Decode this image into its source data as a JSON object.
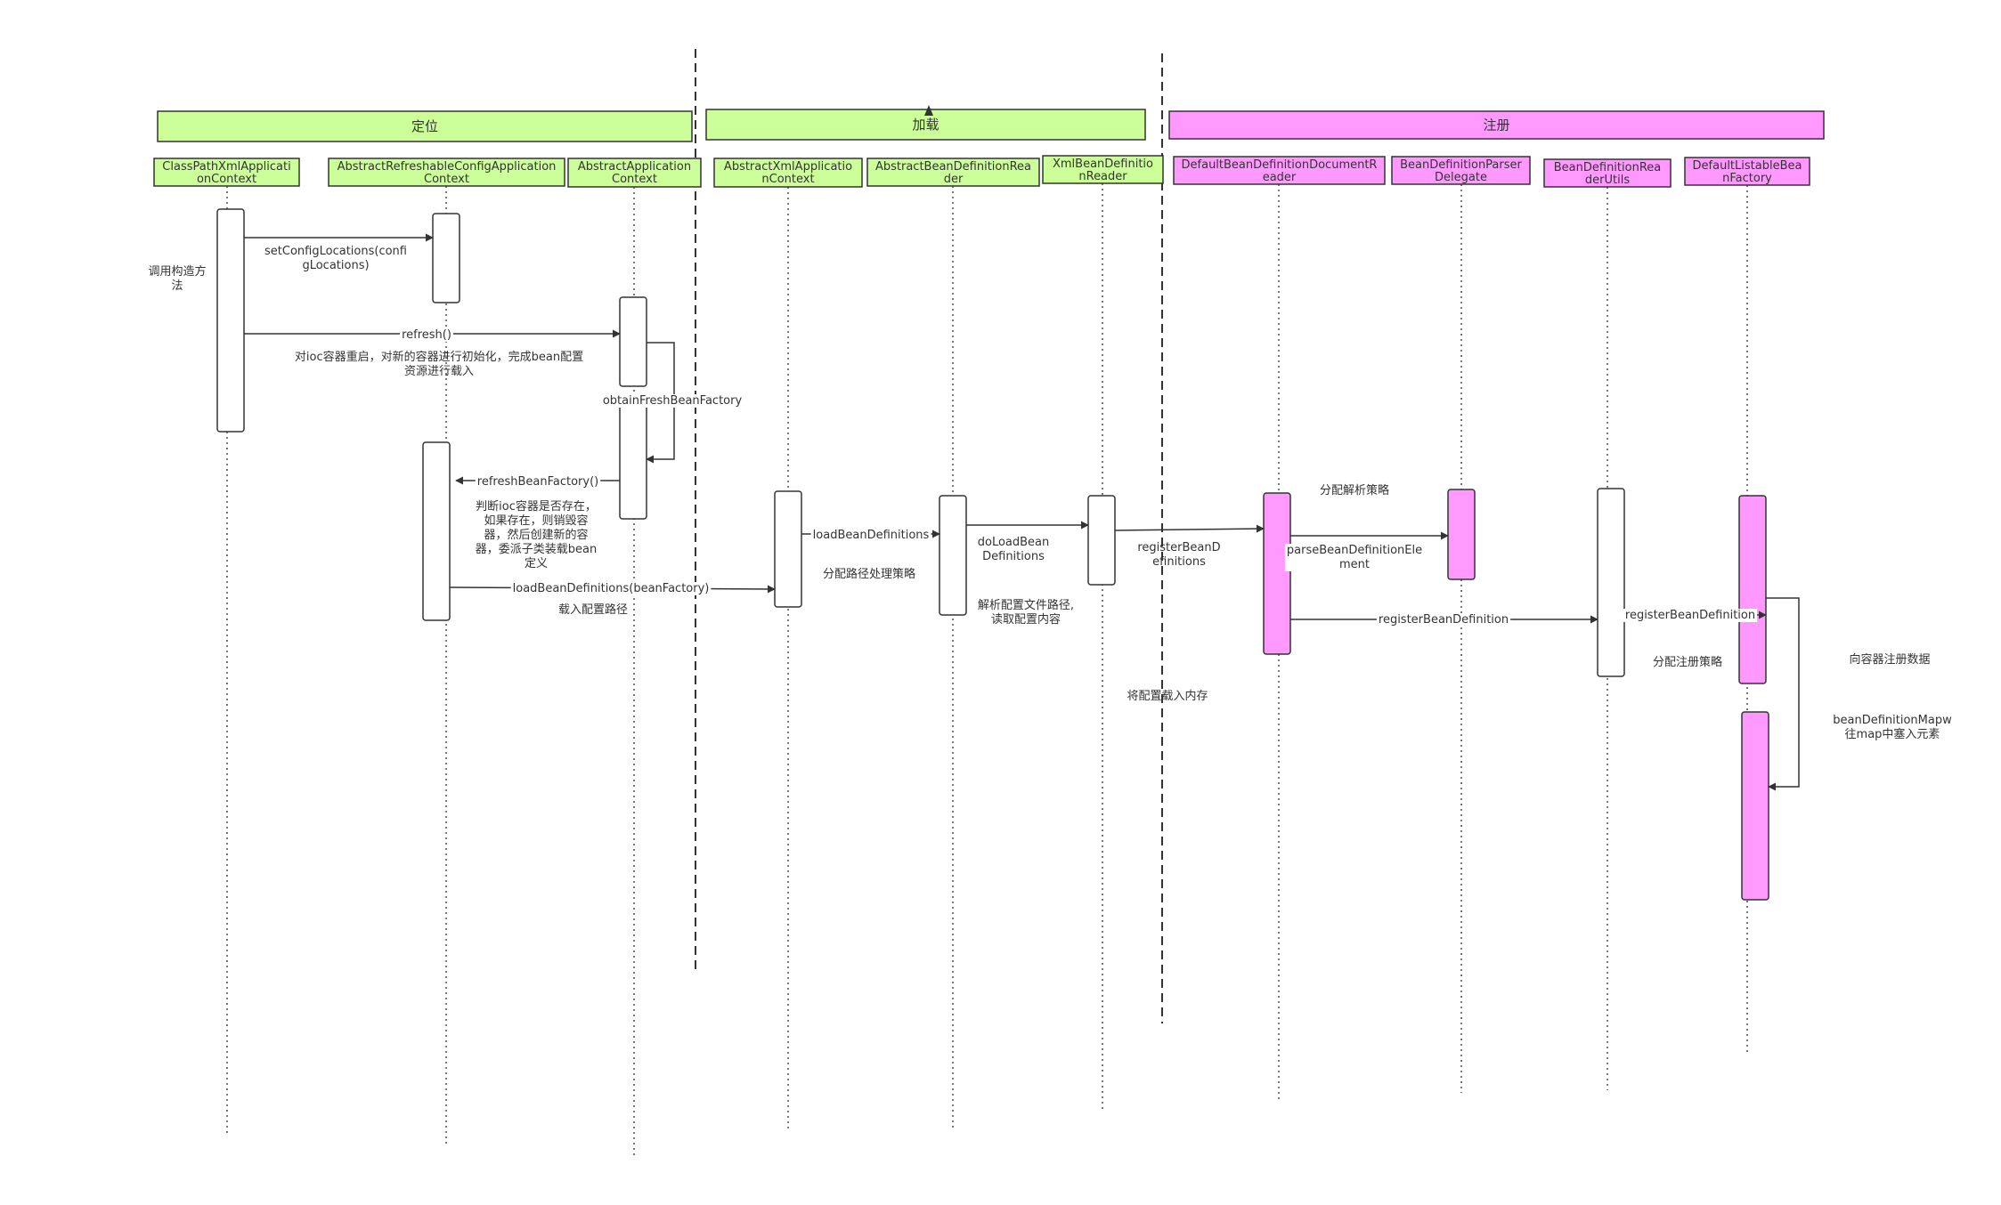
{
  "colors": {
    "phase_green": "#ccff99",
    "phase_pink": "#ff99ff",
    "stroke": "#333333",
    "text": "#333333"
  },
  "phases": [
    {
      "label": "定位",
      "color": "green"
    },
    {
      "label": "加载",
      "color": "green"
    },
    {
      "label": "注册",
      "color": "pink"
    }
  ],
  "participants": [
    {
      "id": "p1",
      "label_lines": [
        "ClassPathXmlApplicati",
        "onContext"
      ],
      "color": "green"
    },
    {
      "id": "p2",
      "label_lines": [
        "AbstractRefreshableConfigApplication",
        "Context"
      ],
      "color": "green"
    },
    {
      "id": "p3",
      "label_lines": [
        "AbstractApplication",
        "Context"
      ],
      "color": "green"
    },
    {
      "id": "p4",
      "label_lines": [
        "AbstractXmlApplicatio",
        "nContext"
      ],
      "color": "green"
    },
    {
      "id": "p5",
      "label_lines": [
        "AbstractBeanDefinitionRea",
        "der"
      ],
      "color": "green"
    },
    {
      "id": "p6",
      "label_lines": [
        "XmlBeanDefinitio",
        "nReader"
      ],
      "color": "green"
    },
    {
      "id": "p7",
      "label_lines": [
        "DefaultBeanDefinitionDocumentR",
        "eader"
      ],
      "color": "pink"
    },
    {
      "id": "p8",
      "label_lines": [
        "BeanDefinitionParser",
        "Delegate"
      ],
      "color": "pink"
    },
    {
      "id": "p9",
      "label_lines": [
        "BeanDefinitionRea",
        "derUtils"
      ],
      "color": "pink"
    },
    {
      "id": "p10",
      "label_lines": [
        "DefaultListableBea",
        "nFactory"
      ],
      "color": "pink"
    }
  ],
  "messages": [
    {
      "id": "m1",
      "label_lines": [
        "setConfigLocations(confi",
        "gLocations)"
      ]
    },
    {
      "id": "m2",
      "label_lines": [
        "refresh()"
      ]
    },
    {
      "id": "m3",
      "label_lines": [
        "obtainFreshBeanFactory"
      ]
    },
    {
      "id": "m4",
      "label_lines": [
        "refreshBeanFactory()"
      ]
    },
    {
      "id": "m5",
      "label_lines": [
        "loadBeanDefinitions(beanFactory)"
      ]
    },
    {
      "id": "m6",
      "label_lines": [
        "loadBeanDefinitions"
      ]
    },
    {
      "id": "m7",
      "label_lines": [
        "doLoadBean",
        "Definitions"
      ]
    },
    {
      "id": "m8",
      "label_lines": [
        "registerBeanD",
        "efinitions"
      ]
    },
    {
      "id": "m9",
      "label_lines": [
        "parseBeanDefinitionEle",
        "ment"
      ]
    },
    {
      "id": "m10",
      "label_lines": [
        "registerBeanDefinition"
      ]
    },
    {
      "id": "m11",
      "label_lines": [
        "registerBeanDefinition"
      ]
    }
  ],
  "notes": [
    {
      "id": "n1",
      "label_lines": [
        "调用构造方",
        "法"
      ]
    },
    {
      "id": "n2",
      "label_lines": [
        "对ioc容器重启，对新的容器进行初始化，完成bean配置",
        "资源进行载入"
      ]
    },
    {
      "id": "n3",
      "label_lines": [
        "判断ioc容器是否存在，",
        "如果存在，则销毁容",
        "器，然后创建新的容",
        "器，委派子类装载bean",
        "定义"
      ]
    },
    {
      "id": "n4",
      "label_lines": [
        "载入配置路径"
      ]
    },
    {
      "id": "n5",
      "label_lines": [
        "分配路径处理策略"
      ]
    },
    {
      "id": "n6",
      "label_lines": [
        "解析配置文件路径,",
        "读取配置内容"
      ]
    },
    {
      "id": "n7",
      "label_lines": [
        "将配置载入内存"
      ]
    },
    {
      "id": "n8",
      "label_lines": [
        "分配解析策略"
      ]
    },
    {
      "id": "n9",
      "label_lines": [
        "分配注册策略"
      ]
    },
    {
      "id": "n10",
      "label_lines": [
        "向容器注册数据"
      ]
    },
    {
      "id": "n11",
      "label_lines": [
        "beanDefinitionMapw",
        "往map中塞入元素"
      ]
    }
  ]
}
